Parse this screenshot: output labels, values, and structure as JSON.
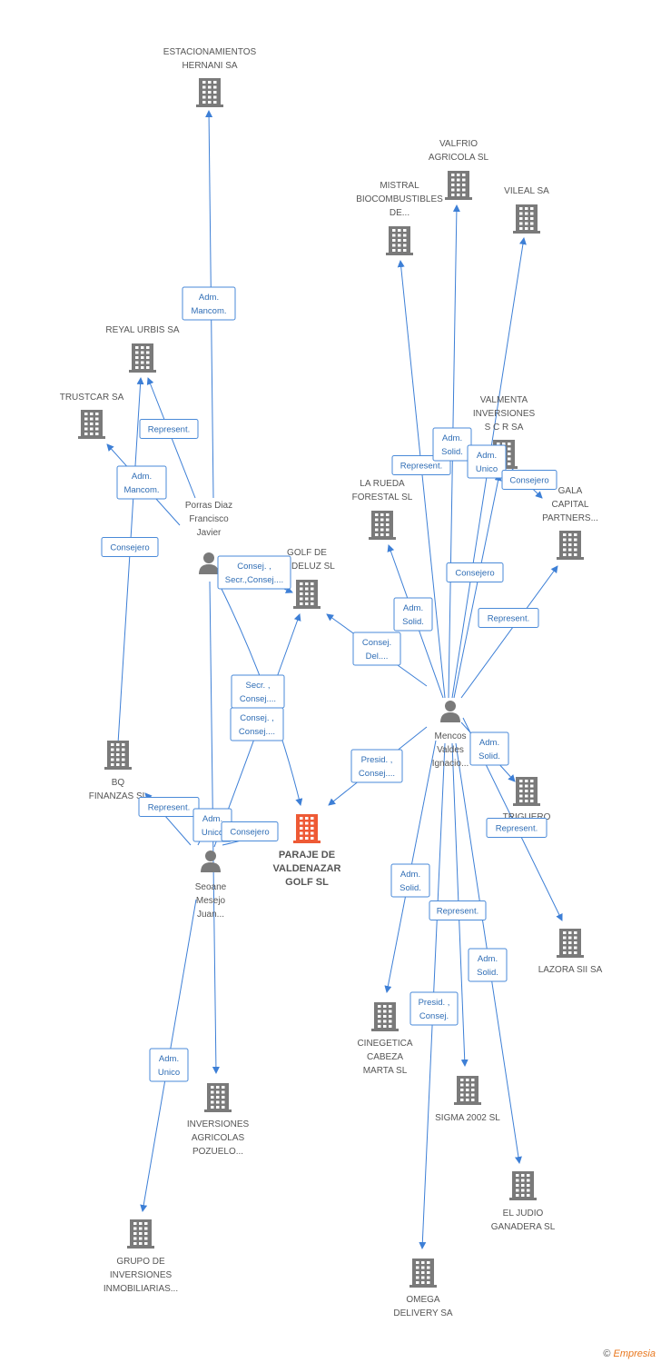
{
  "copyright": {
    "symbol": "©",
    "brand": "Empresia"
  },
  "nodes": [
    {
      "id": "estacionamientos",
      "type": "company",
      "lines": [
        "ESTACIONAMIENTOS",
        "HERNANI SA"
      ]
    },
    {
      "id": "valfrio",
      "type": "company",
      "lines": [
        "VALFRIO",
        "AGRICOLA SL"
      ]
    },
    {
      "id": "vileal",
      "type": "company",
      "lines": [
        "VILEAL SA"
      ]
    },
    {
      "id": "mistral",
      "type": "company",
      "lines": [
        "MISTRAL",
        "BIOCOMBUSTIBLES",
        "DE..."
      ]
    },
    {
      "id": "reyal",
      "type": "company",
      "lines": [
        "REYAL URBIS SA"
      ]
    },
    {
      "id": "trustcar",
      "type": "company",
      "lines": [
        "TRUSTCAR SA"
      ]
    },
    {
      "id": "valmenta",
      "type": "company",
      "lines": [
        "VALMENTA",
        "INVERSIONES",
        "S C R SA"
      ]
    },
    {
      "id": "larueda",
      "type": "company",
      "lines": [
        "LA RUEDA",
        "FORESTAL SL"
      ]
    },
    {
      "id": "gala",
      "type": "company",
      "lines": [
        "GALA",
        "CAPITAL",
        "PARTNERS..."
      ]
    },
    {
      "id": "golf",
      "type": "company",
      "lines": [
        "GOLF DE",
        "ANDELUZ SL"
      ]
    },
    {
      "id": "porras",
      "type": "person",
      "lines": [
        "Porras Diaz",
        "Francisco",
        "Javier"
      ]
    },
    {
      "id": "mencos",
      "type": "person",
      "lines": [
        "Mencos",
        "Valdes",
        "Ignacio..."
      ]
    },
    {
      "id": "bq",
      "type": "company",
      "lines": [
        "BQ",
        "FINANZAS SL"
      ]
    },
    {
      "id": "triguero",
      "type": "company",
      "lines": [
        "TRIGUERO"
      ]
    },
    {
      "id": "paraje",
      "type": "main",
      "lines": [
        "PARAJE DE",
        "VALDENAZAR",
        "GOLF SL"
      ]
    },
    {
      "id": "seoane",
      "type": "person",
      "lines": [
        "Seoane",
        "Mesejo",
        "Juan..."
      ]
    },
    {
      "id": "lazora",
      "type": "company",
      "lines": [
        "LAZORA SII SA"
      ]
    },
    {
      "id": "cinegetica",
      "type": "company",
      "lines": [
        "CINEGETICA",
        "CABEZA",
        "MARTA SL"
      ]
    },
    {
      "id": "sigma",
      "type": "company",
      "lines": [
        "SIGMA 2002 SL"
      ]
    },
    {
      "id": "inversiones_agricolas",
      "type": "company",
      "lines": [
        "INVERSIONES",
        "AGRICOLAS",
        "POZUELO..."
      ]
    },
    {
      "id": "eljudio",
      "type": "company",
      "lines": [
        "EL JUDIO",
        "GANADERA SL"
      ]
    },
    {
      "id": "grupo",
      "type": "company",
      "lines": [
        "GRUPO DE",
        "INVERSIONES",
        "INMOBILIARIAS..."
      ]
    },
    {
      "id": "omega",
      "type": "company",
      "lines": [
        "OMEGA",
        "DELIVERY SA"
      ]
    }
  ],
  "edges": [
    {
      "from": "porras",
      "to": "estacionamientos",
      "label": [
        "Adm.",
        "Mancom."
      ]
    },
    {
      "from": "porras",
      "to": "reyal",
      "label": [
        "Represent."
      ]
    },
    {
      "from": "porras",
      "to": "trustcar",
      "label": [
        "Adm.",
        "Mancom."
      ]
    },
    {
      "from": "bq",
      "to": "reyal",
      "label": [
        "Consejero"
      ]
    },
    {
      "from": "porras",
      "to": "paraje",
      "label": [
        "Secr. ,",
        "Consej...."
      ]
    },
    {
      "from": "seoane",
      "to": "golf",
      "label": [
        "Consej. ,",
        "Consej...."
      ]
    },
    {
      "from": "porras",
      "to": "golf",
      "label": [
        "Consej. ,",
        "Secr.,Consej...."
      ]
    },
    {
      "from": "mencos",
      "to": "golf",
      "label": [
        "Consej.",
        "Del...."
      ]
    },
    {
      "from": "mencos",
      "to": "paraje",
      "label": [
        "Presid. ,",
        "Consej...."
      ]
    },
    {
      "from": "mencos",
      "to": "mistral",
      "label": [
        "Represent."
      ]
    },
    {
      "from": "mencos",
      "to": "valfrio",
      "label": [
        "Adm.",
        "Solid."
      ]
    },
    {
      "from": "mencos",
      "to": "vileal",
      "label": [
        "Adm.",
        "Unico"
      ]
    },
    {
      "from": "mencos",
      "to": "valmenta",
      "label": [
        "Consejero"
      ]
    },
    {
      "from": "valmenta",
      "to": "gala",
      "label": [
        "Consejero"
      ]
    },
    {
      "from": "mencos",
      "to": "larueda",
      "label": [
        "Adm.",
        "Solid."
      ]
    },
    {
      "from": "mencos",
      "to": "gala",
      "label": [
        "Represent."
      ]
    },
    {
      "from": "mencos",
      "to": "triguero",
      "label": [
        "Adm.",
        "Solid."
      ]
    },
    {
      "from": "mencos",
      "to": "lazora",
      "label": [
        "Represent."
      ]
    },
    {
      "from": "mencos",
      "to": "cinegetica",
      "label": [
        "Adm.",
        "Solid."
      ]
    },
    {
      "from": "mencos",
      "to": "sigma",
      "label": [
        "Represent."
      ]
    },
    {
      "from": "mencos",
      "to": "eljudio",
      "label": [
        "Adm.",
        "Solid."
      ]
    },
    {
      "from": "mencos",
      "to": "omega",
      "label": [
        "Presid. ,",
        "Consej."
      ]
    },
    {
      "from": "seoane",
      "to": "bq",
      "label": [
        "Represent."
      ]
    },
    {
      "from": "seoane",
      "to": "paraje",
      "label": [
        "Adm.",
        "Unico"
      ]
    },
    {
      "from": "seoane",
      "to": "paraje",
      "label": [
        "Consejero"
      ]
    },
    {
      "from": "porras",
      "to": "inversiones_agricolas",
      "label": []
    },
    {
      "from": "seoane",
      "to": "grupo",
      "label": [
        "Adm.",
        "Unico"
      ]
    }
  ],
  "colors": {
    "edge": "#3d7fd6",
    "icon": "#7a7a7a",
    "main_icon": "#ee5a35",
    "label": "#555555"
  }
}
